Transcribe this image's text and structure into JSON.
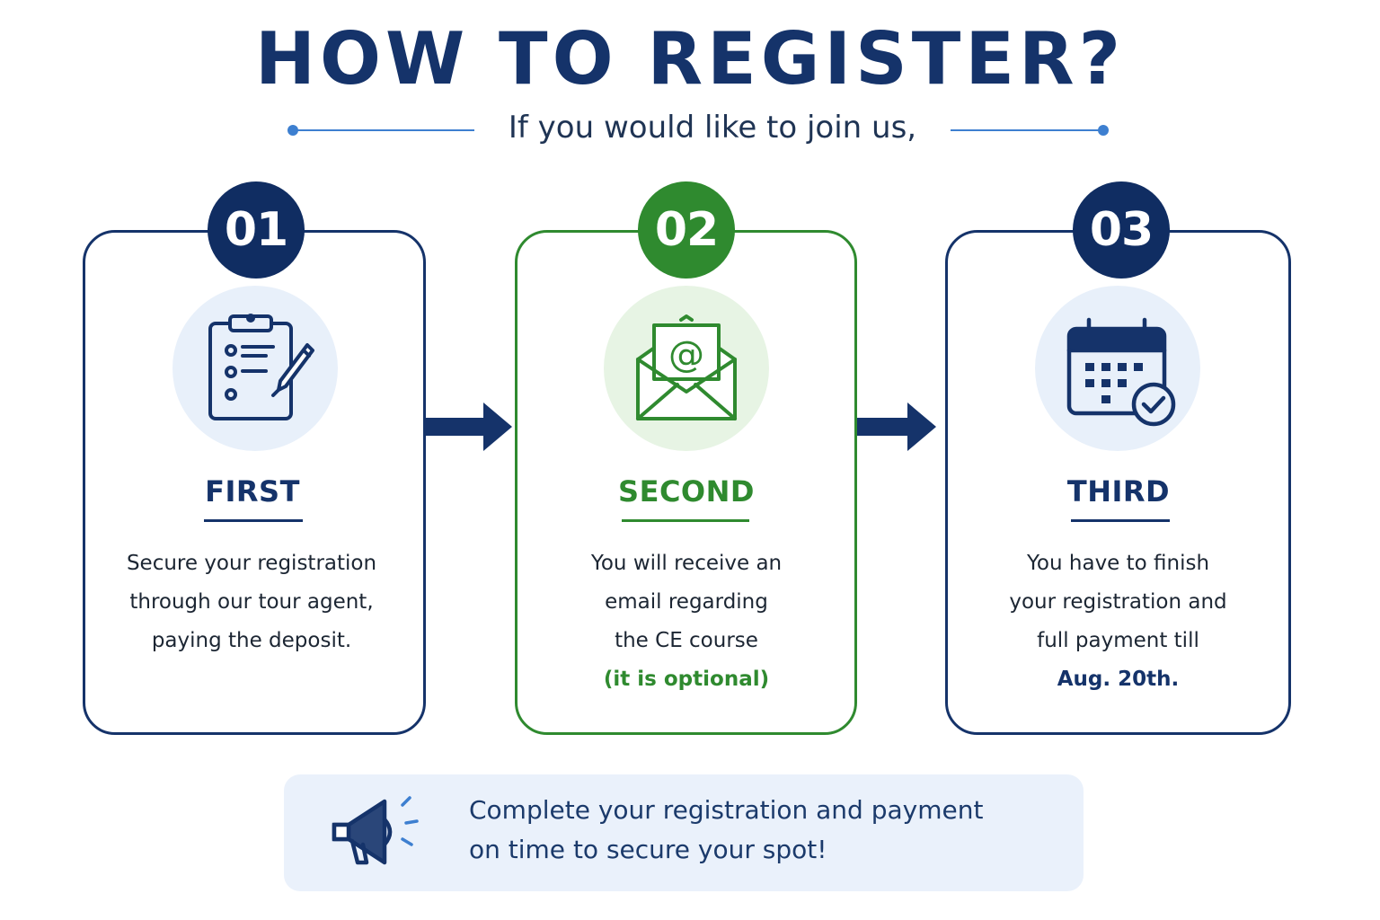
{
  "header": {
    "title": "HOW TO REGISTER?",
    "subtitle": "If you would like to join us,"
  },
  "steps": [
    {
      "number": "01",
      "label": "FIRST",
      "icon": "clipboard-pen-icon",
      "lines": [
        "Secure your registration",
        "through our tour agent,",
        "paying the deposit."
      ],
      "highlight": ""
    },
    {
      "number": "02",
      "label": "SECOND",
      "icon": "email-envelope-icon",
      "lines": [
        "You will receive an",
        "email regarding",
        "the CE course"
      ],
      "highlight": "(it is optional)"
    },
    {
      "number": "03",
      "label": "THIRD",
      "icon": "calendar-check-icon",
      "lines": [
        "You have to finish",
        "your registration and",
        "full payment till"
      ],
      "highlight": "Aug. 20th."
    }
  ],
  "banner": {
    "icon": "megaphone-icon",
    "lines": [
      "Complete your registration and payment",
      "on time to secure your spot!"
    ]
  },
  "colors": {
    "navy": "#15336a",
    "green": "#2f8a2f",
    "accent_blue": "#3d7fd0",
    "light_blue_bg": "#e8f0fa",
    "light_green_bg": "#e7f4e4"
  }
}
